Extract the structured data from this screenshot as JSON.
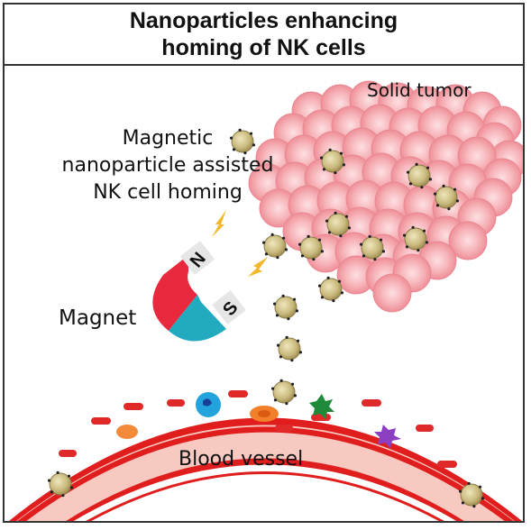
{
  "title": {
    "line1": "Nanoparticles enhancing",
    "line2": "homing of NK cells"
  },
  "labels": {
    "solid_tumor": "Solid tumor",
    "assisted_line1": "Magnetic",
    "assisted_line2": "nanoparticle assisted",
    "assisted_line3": "NK cell homing",
    "magnet": "Magnet",
    "blood_vessel": "Blood vessel"
  },
  "magnet_poles": {
    "north": "N",
    "south": "S"
  },
  "colors": {
    "tumor_cell": "#f2a0a8",
    "nanoparticle": "#cdbf86",
    "magnet_red": "#e8283c",
    "magnet_teal": "#22aabf",
    "vessel_wall": "#e02020",
    "vessel_lumen": "#f7b9b3",
    "spark": "#f2b72a"
  },
  "icons": [
    "nanoparticle-icon",
    "magnet-icon",
    "spark-icon",
    "tumor-cell-icon"
  ]
}
